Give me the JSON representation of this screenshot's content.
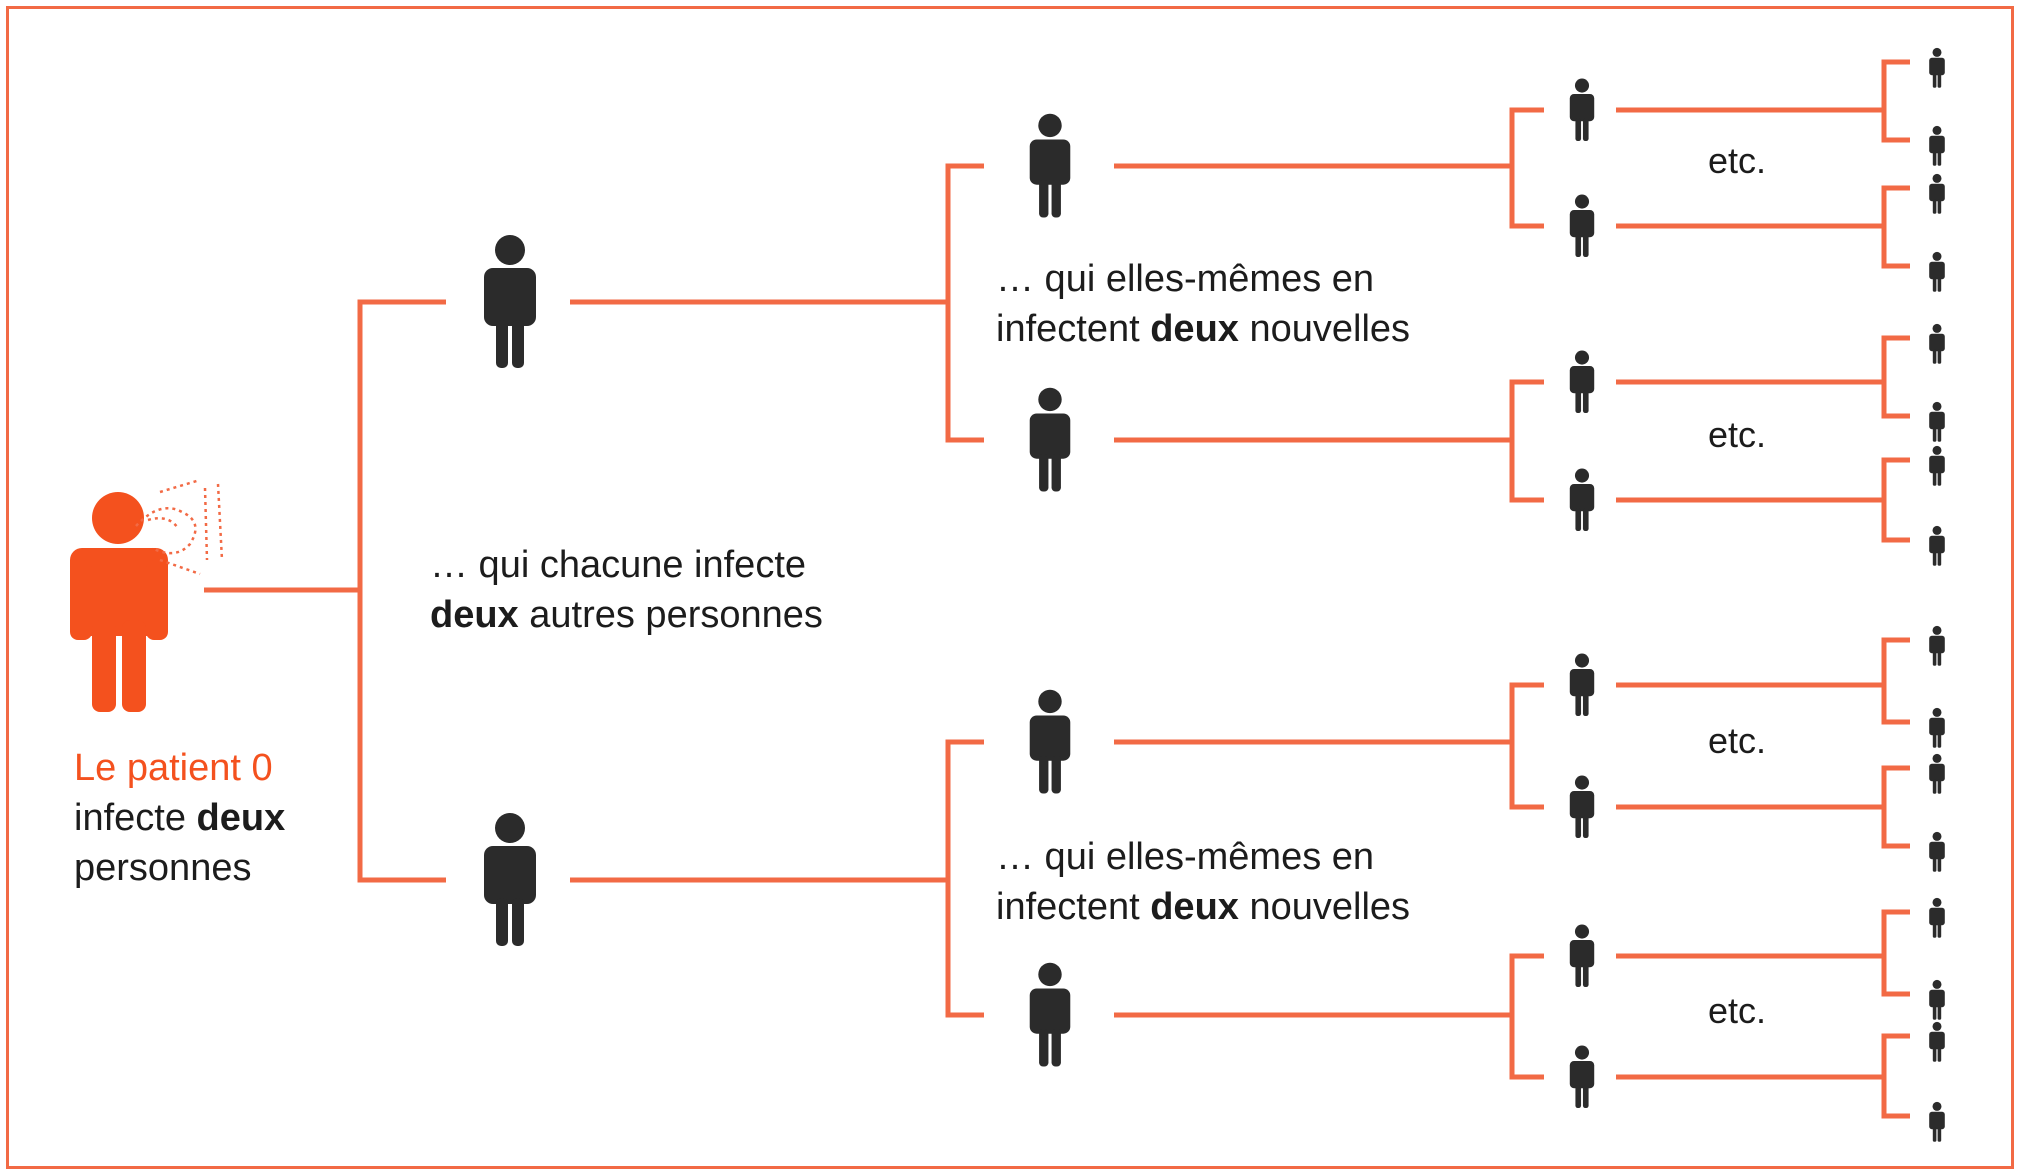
{
  "colors": {
    "accent": "#f4511e",
    "line": "#f26a45",
    "person": "#2b2b2b",
    "frame": "#f26a45"
  },
  "patient": {
    "title": "Le patient 0",
    "line2_pre": "infecte ",
    "line2_bold": "deux",
    "line3": "personnes"
  },
  "gen1_label": {
    "line1": "… qui chacune infecte",
    "line2_bold": "deux",
    "line2_rest": " autres personnes"
  },
  "gen2_label": {
    "line1": "… qui elles-mêmes en",
    "line2_pre": "infectent ",
    "line2_bold": "deux",
    "line2_rest": " nouvelles"
  },
  "etc_label": "etc.",
  "icons": {
    "patient": "sneezing-person-icon",
    "person": "person-icon"
  }
}
